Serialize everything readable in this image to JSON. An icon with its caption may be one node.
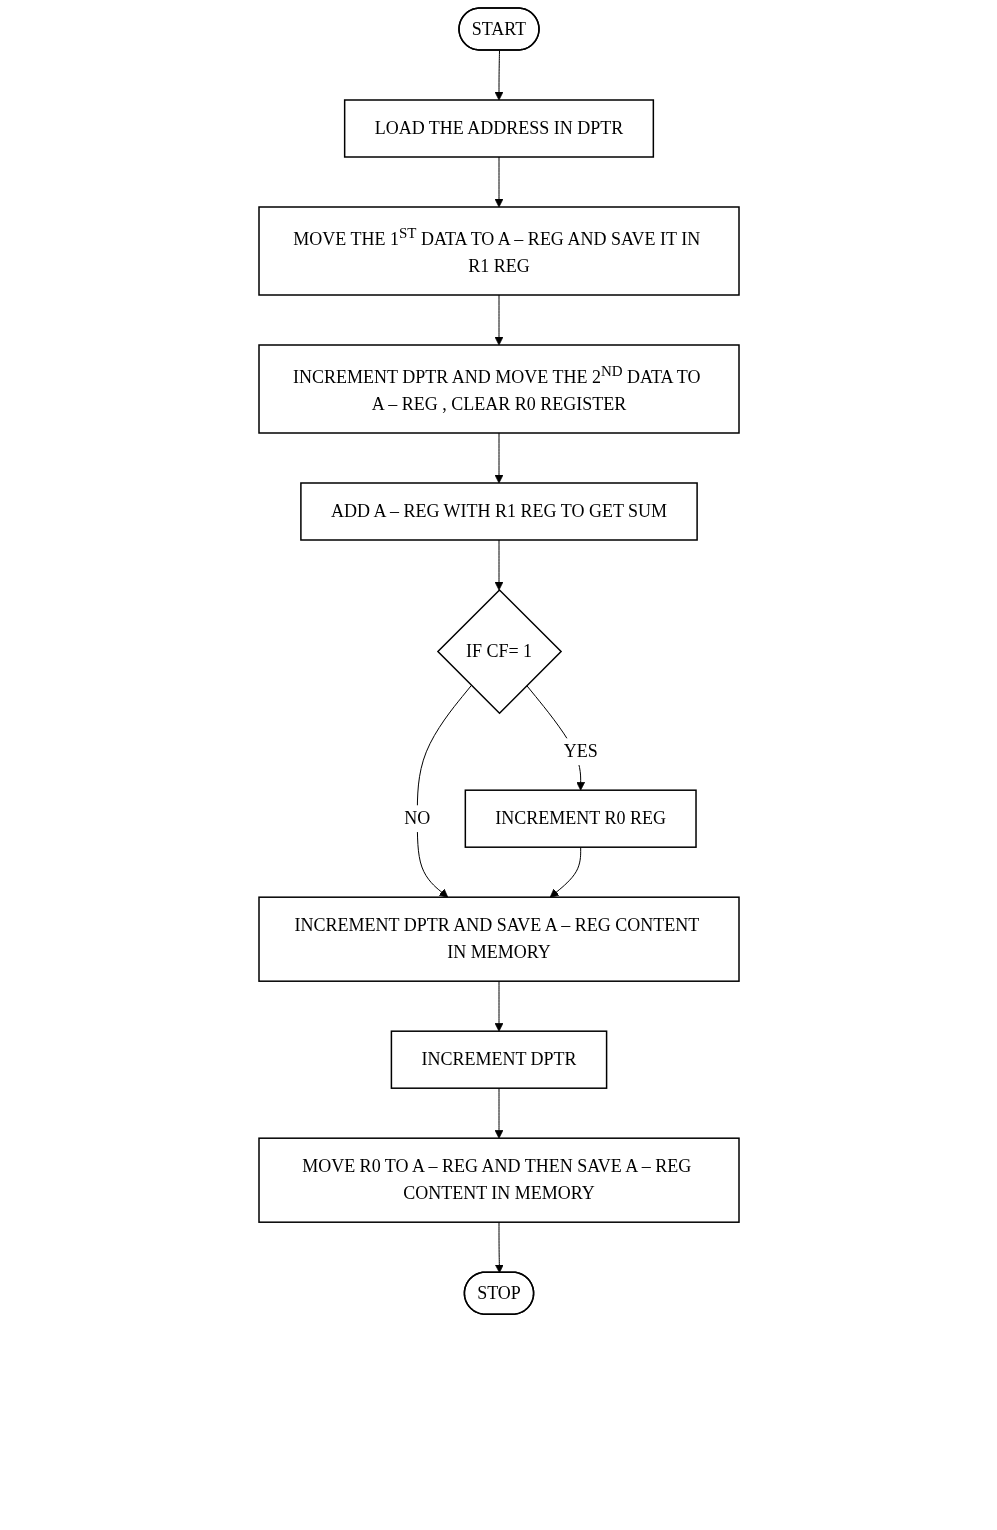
{
  "diagram": {
    "nodes": [
      {
        "text": [
          "START"
        ]
      },
      {
        "text": [
          "LOAD THE ADDRESS IN DPTR"
        ]
      },
      {
        "text": [
          "MOVE THE 1$^{ST}$ DATA TO A – REG AND SAVE IT IN R1 REG"
        ]
      },
      {
        "text": [
          "INCREMENT DPTR AND MOVE THE 2$^{ND}$ DATA TO A – REG , CLEAR R0 REGISTER"
        ]
      },
      {
        "text": [
          "ADD A – REG WITH R1 REG TO GET SUM"
        ]
      },
      {
        "text": [
          "IF CF= 1"
        ]
      },
      {
        "text": [
          "INCREMENT R0 REG"
        ]
      },
      {
        "text": [
          "INCREMENT DPTR AND SAVE A – REG CONTENT IN MEMORY"
        ]
      },
      {
        "text": [
          "INCREMENT DPTR"
        ]
      },
      {
        "text": [
          "MOVE R0 TO A – REG AND THEN SAVE A – REG CONTENT IN MEMORY"
        ]
      },
      {
        "text": [
          "STOP"
        ]
      }
    ],
    "edges": [
      {
        "from": 0,
        "to": 1,
        "arrow": "to"
      },
      {
        "from": 1,
        "to": 2,
        "arrow": "to"
      },
      {
        "from": 2,
        "to": 3,
        "arrow": "to"
      },
      {
        "from": 3,
        "to": 4,
        "arrow": "to"
      },
      {
        "from": 4,
        "to": 5,
        "arrow": "to"
      },
      {
        "from": 5,
        "to": 6,
        "label": "YES",
        "arrow": "to"
      },
      {
        "from": 5,
        "to": 7,
        "label": "NO",
        "arrow": "to"
      },
      {
        "from": 6,
        "to": 7,
        "arrow": "to"
      },
      {
        "from": 7,
        "to": 8,
        "arrow": "to"
      },
      {
        "from": 8,
        "to": 9,
        "arrow": "to"
      },
      {
        "from": 9,
        "to": 10,
        "arrow": "to"
      }
    ]
  }
}
